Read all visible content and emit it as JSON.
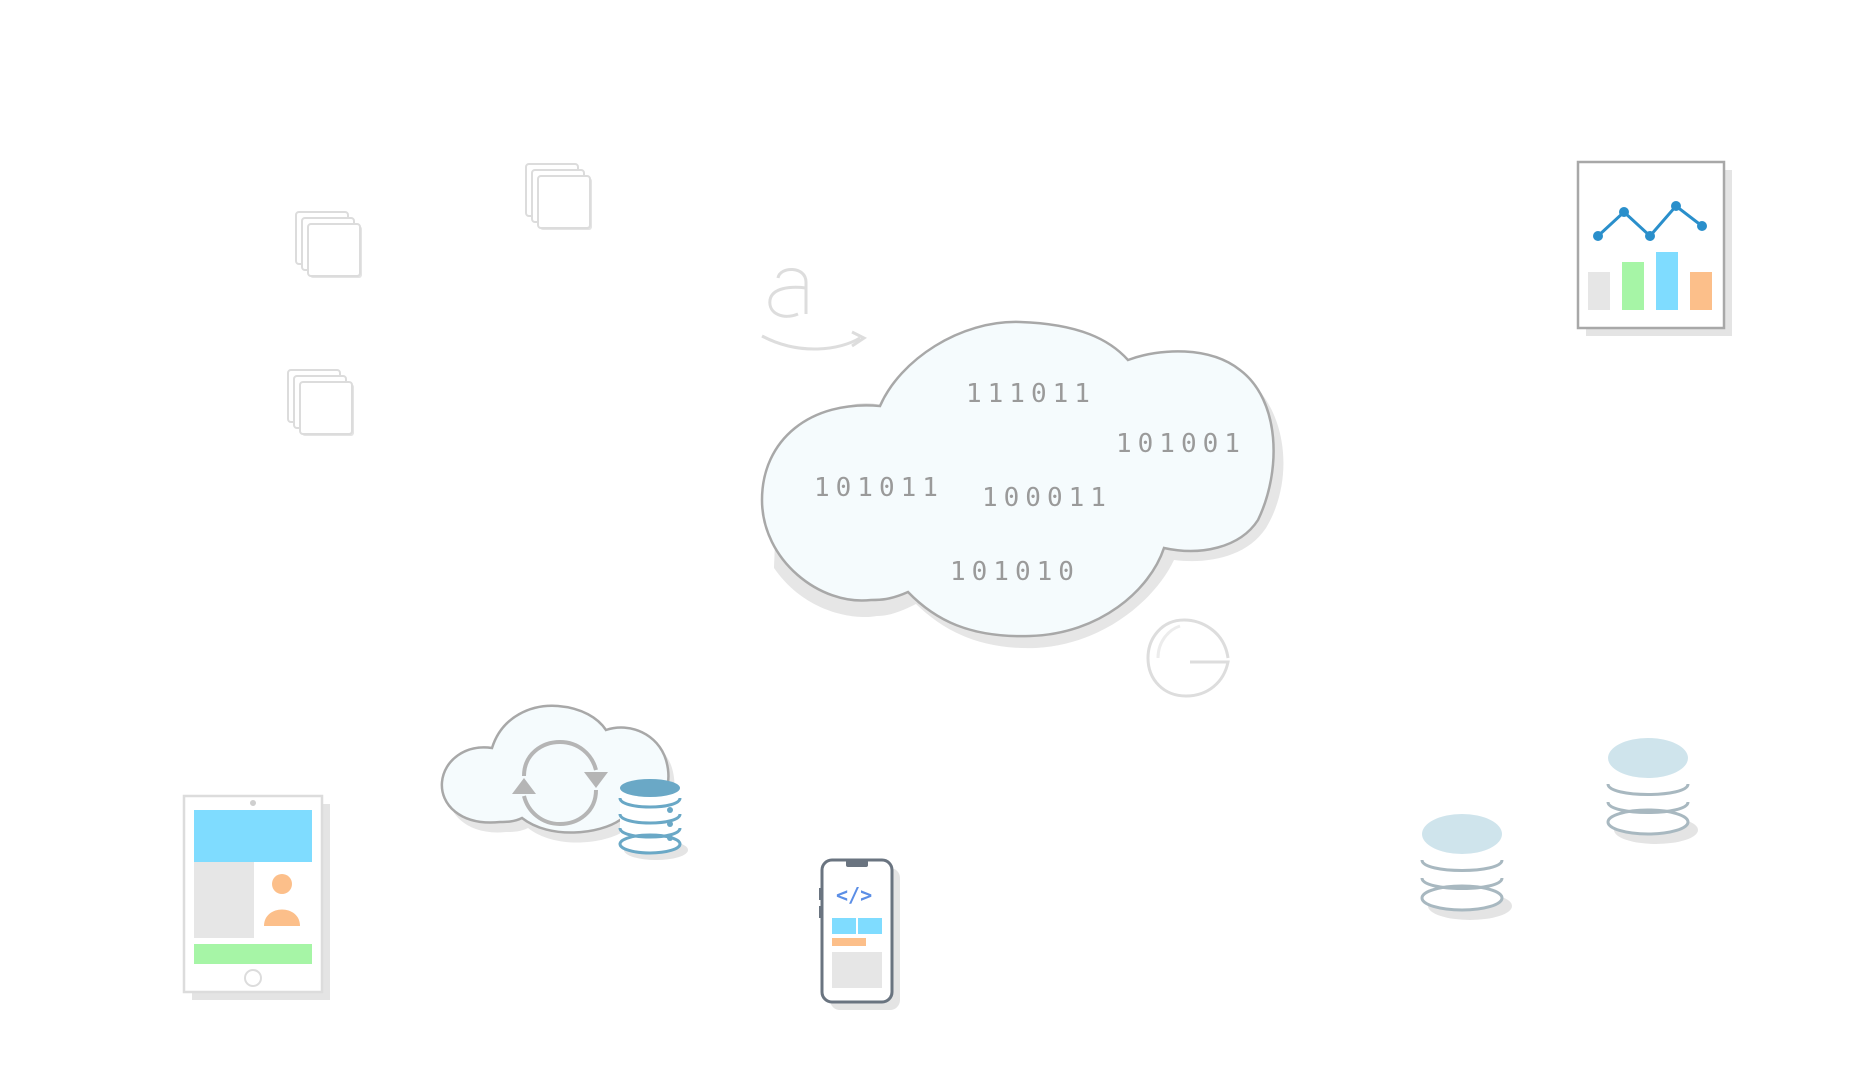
{
  "cloud": {
    "binary": [
      "111011",
      "101001",
      "101011",
      "100011",
      "101010"
    ]
  },
  "phone": {
    "code_symbol": "</>"
  },
  "icons": {
    "amazon": "amazon-logo-icon",
    "google": "google-logo-icon",
    "chart": "chart-report-icon",
    "tablet": "tablet-profile-icon",
    "sync_cloud": "cloud-sync-icon",
    "phone": "smartphone-code-icon",
    "database": "database-icon",
    "copy": "copy-pages-icon"
  },
  "colors": {
    "cloud_fill": "#f5fbfd",
    "outline": "#a8a8a8",
    "shadow": "#e2e2e2",
    "blue": "#7fdcff",
    "green": "#a6f5a6",
    "orange": "#fcbf8a",
    "gray": "#e6e6e6",
    "chart_line": "#2a8fcb",
    "db_teal": "#6aa8c6",
    "db_light": "#cfe4ec"
  }
}
